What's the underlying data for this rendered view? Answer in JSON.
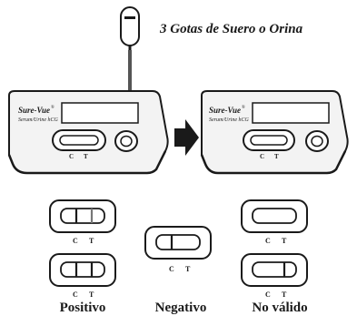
{
  "instruction": "3 Gotas de Suero o Orina",
  "device": {
    "brand": "Sure-Vue",
    "brand_mark": "®",
    "subtitle": "Serum/Urine hCG",
    "control_letter": "C",
    "test_letter": "T"
  },
  "results": {
    "positive": "Positivo",
    "negative": "Negativo",
    "invalid": "No válido"
  },
  "colors": {
    "ink": "#1a1a1a",
    "background": "#ffffff"
  }
}
